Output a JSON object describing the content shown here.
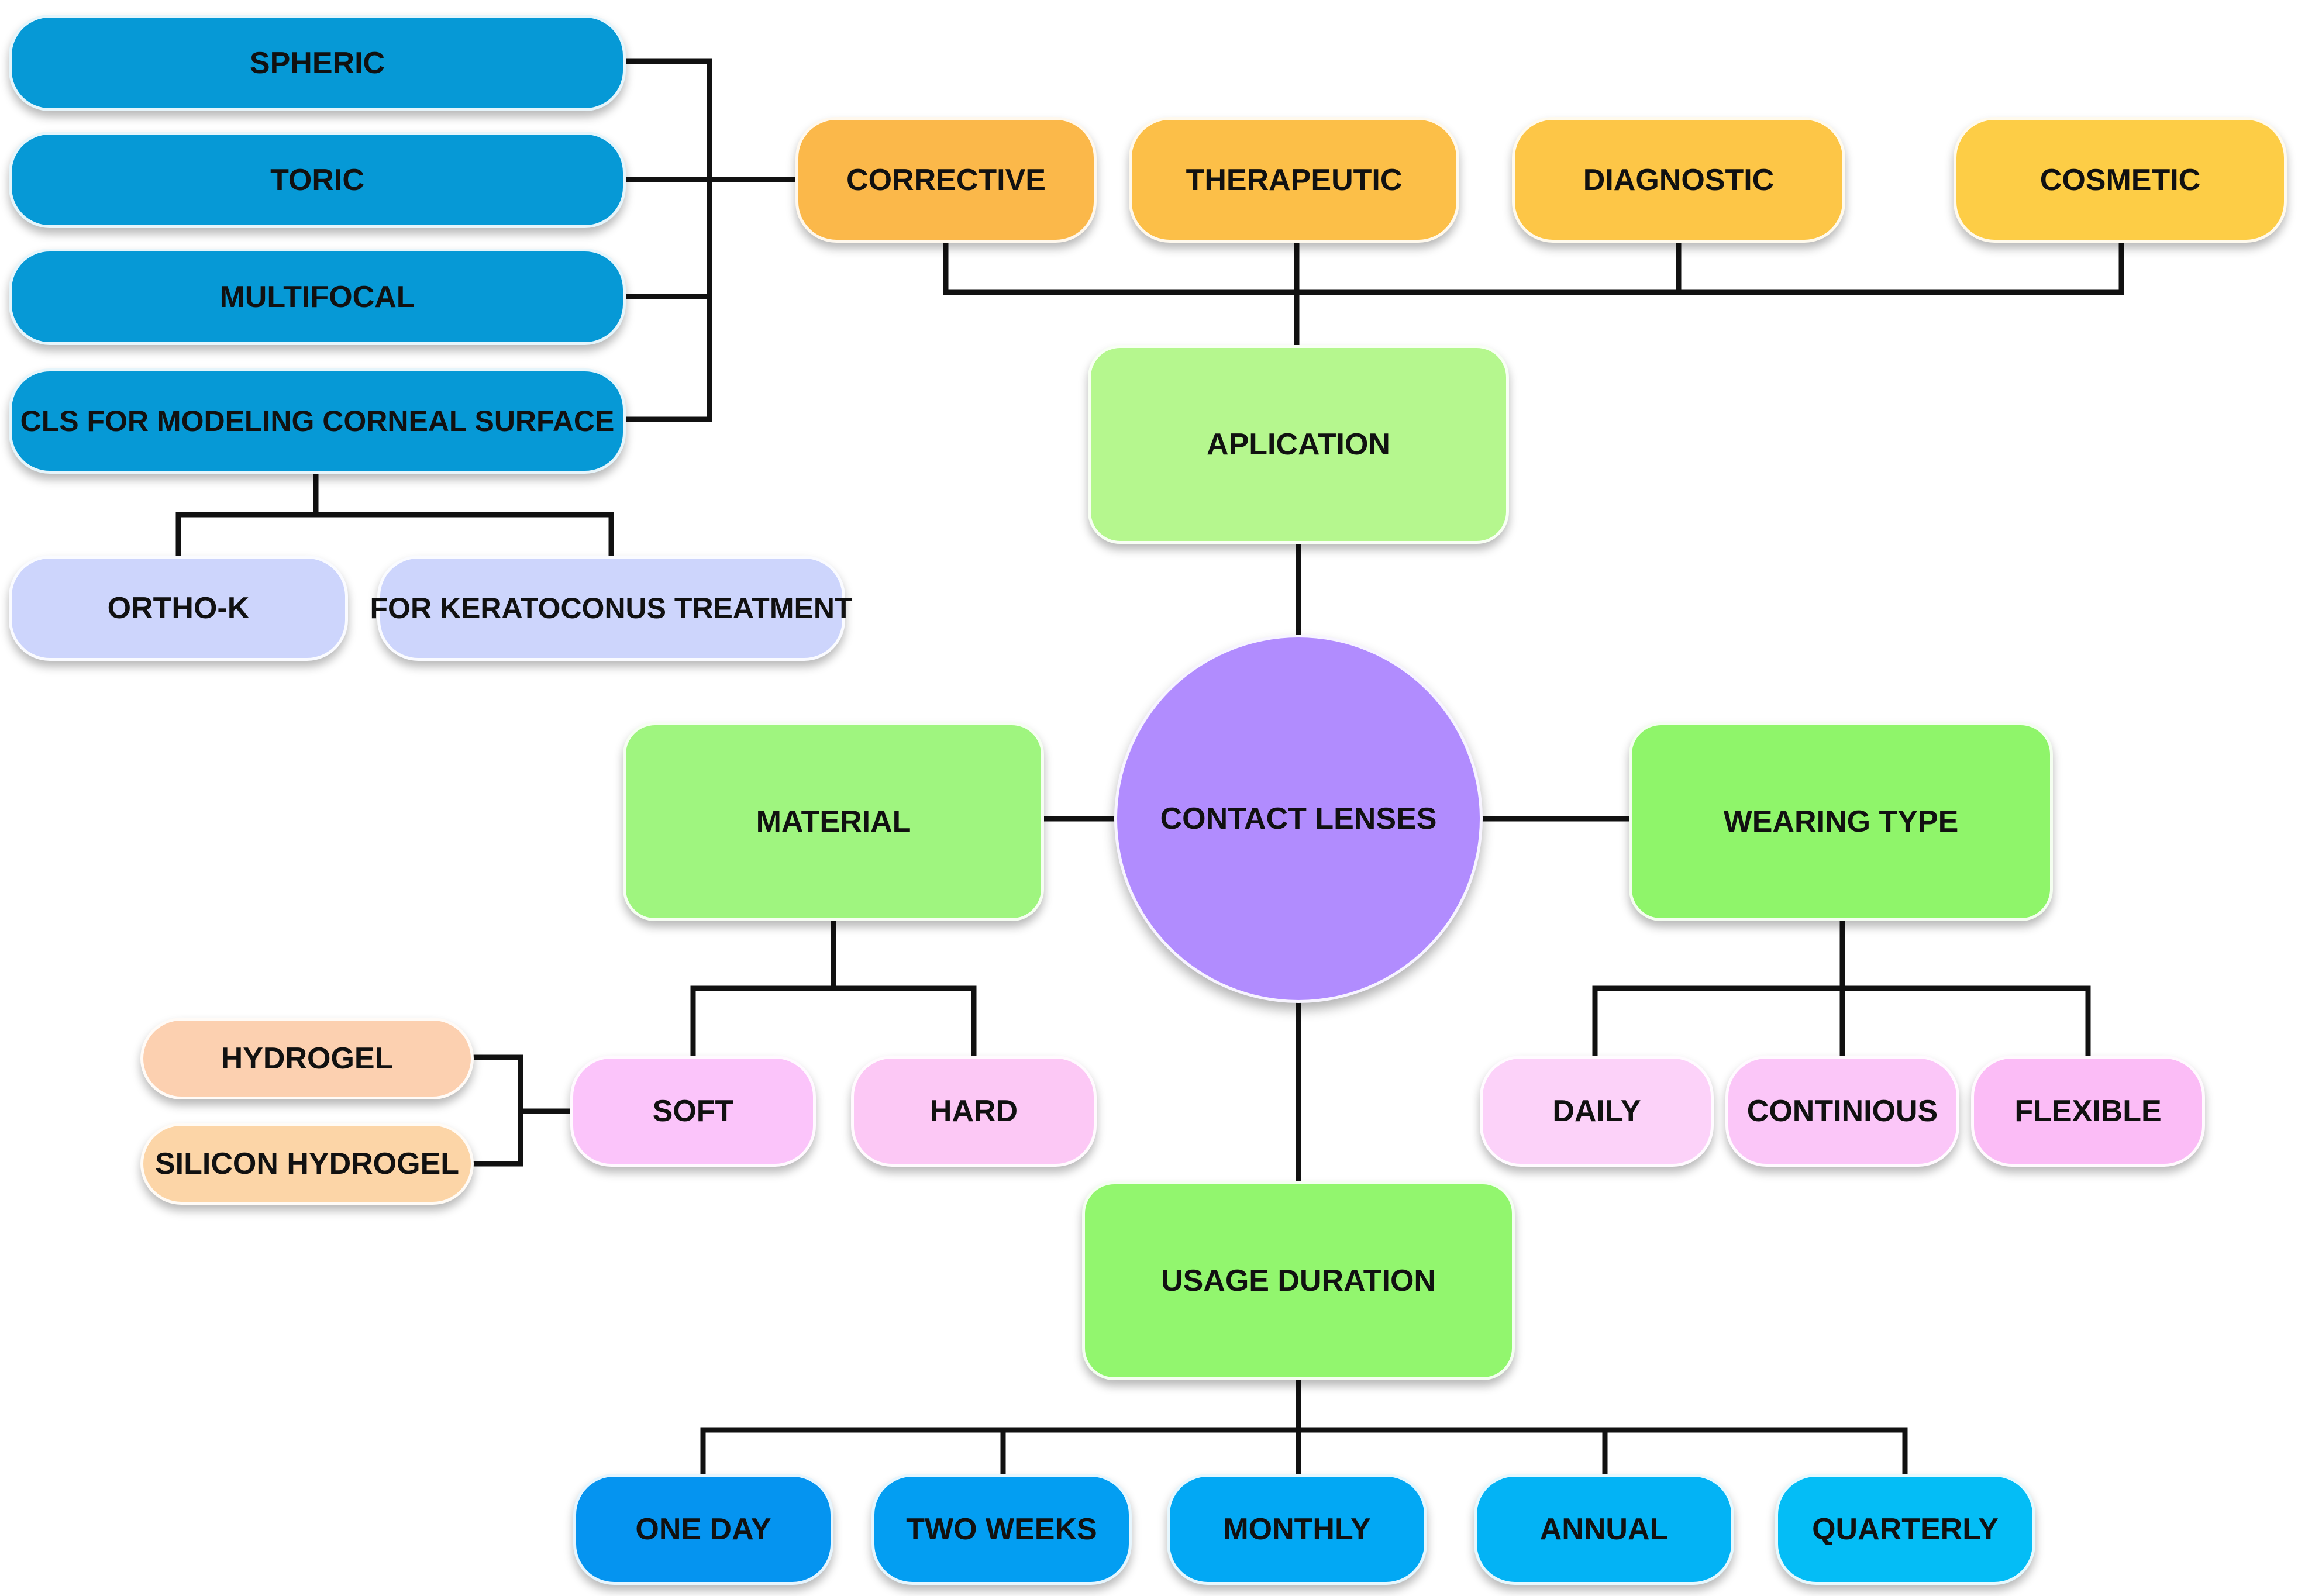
{
  "colors": {
    "center": "#b18cfe",
    "category_green": "#9ff57f",
    "application_green": "#b5f78e",
    "wearing_green": "#8ff56a",
    "usage_green": "#92f66e",
    "subtype_blue": "#0699d6",
    "usage_blue": "#02a8f4",
    "orange": "#fbb84a",
    "yellow": "#fdcd46",
    "lavender": "#cdd5fc",
    "pink": "#fbc4fa",
    "peach": "#fcd3a9",
    "line": "#111111"
  },
  "center": {
    "label": "CONTACT LENSES"
  },
  "application": {
    "label": "APLICATION",
    "items": {
      "corrective": "CORRECTIVE",
      "therapeutic": "THERAPEUTIC",
      "diagnostic": "DIAGNOSTIC",
      "cosmetic": "COSMETIC"
    },
    "corrective_types": {
      "spheric": "SPHERIC",
      "toric": "TORIC",
      "multifocal": "MULTIFOCAL",
      "corneal": "CLS FOR MODELING CORNEAL SURFACE"
    },
    "corneal_types": {
      "orthok": "ORTHO-K",
      "keratoconus": "FOR KERATOCONUS TREATMENT"
    }
  },
  "material": {
    "label": "MATERIAL",
    "items": {
      "soft": "SOFT",
      "hard": "HARD"
    },
    "soft_types": {
      "hydrogel": "HYDROGEL",
      "silicon": "SILICON HYDROGEL"
    }
  },
  "wearing": {
    "label": "WEARING TYPE",
    "items": {
      "daily": "DAILY",
      "continious": "CONTINIOUS",
      "flexible": "FLEXIBLE"
    }
  },
  "usage": {
    "label": "USAGE DURATION",
    "items": {
      "oneday": "ONE DAY",
      "twoweeks": "TWO WEEKS",
      "monthly": "MONTHLY",
      "annual": "ANNUAL",
      "quarterly": "QUARTERLY"
    }
  }
}
